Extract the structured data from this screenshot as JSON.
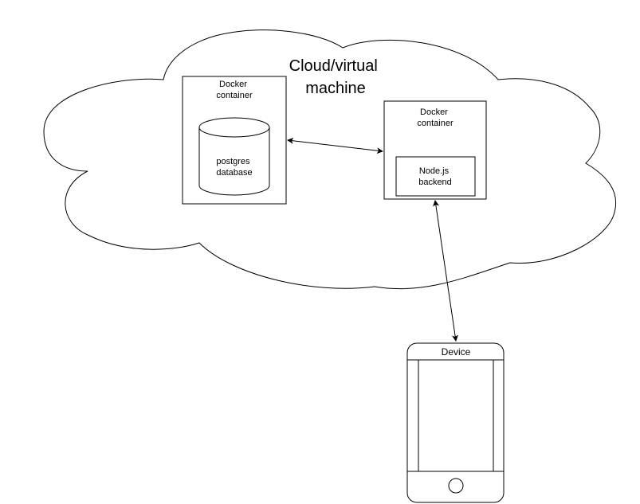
{
  "cloud": {
    "label_lines": [
      "Cloud/virtual",
      "machine"
    ]
  },
  "docker_left": {
    "title_lines": [
      "Docker",
      "container"
    ],
    "database": {
      "label_lines": [
        "postgres",
        "database"
      ]
    }
  },
  "docker_right": {
    "title_lines": [
      "Docker",
      "container"
    ],
    "backend": {
      "label_lines": [
        "Node.js",
        "backend"
      ]
    }
  },
  "device": {
    "label": "Device"
  },
  "colors": {
    "stroke": "#000000",
    "fill": "#ffffff"
  }
}
